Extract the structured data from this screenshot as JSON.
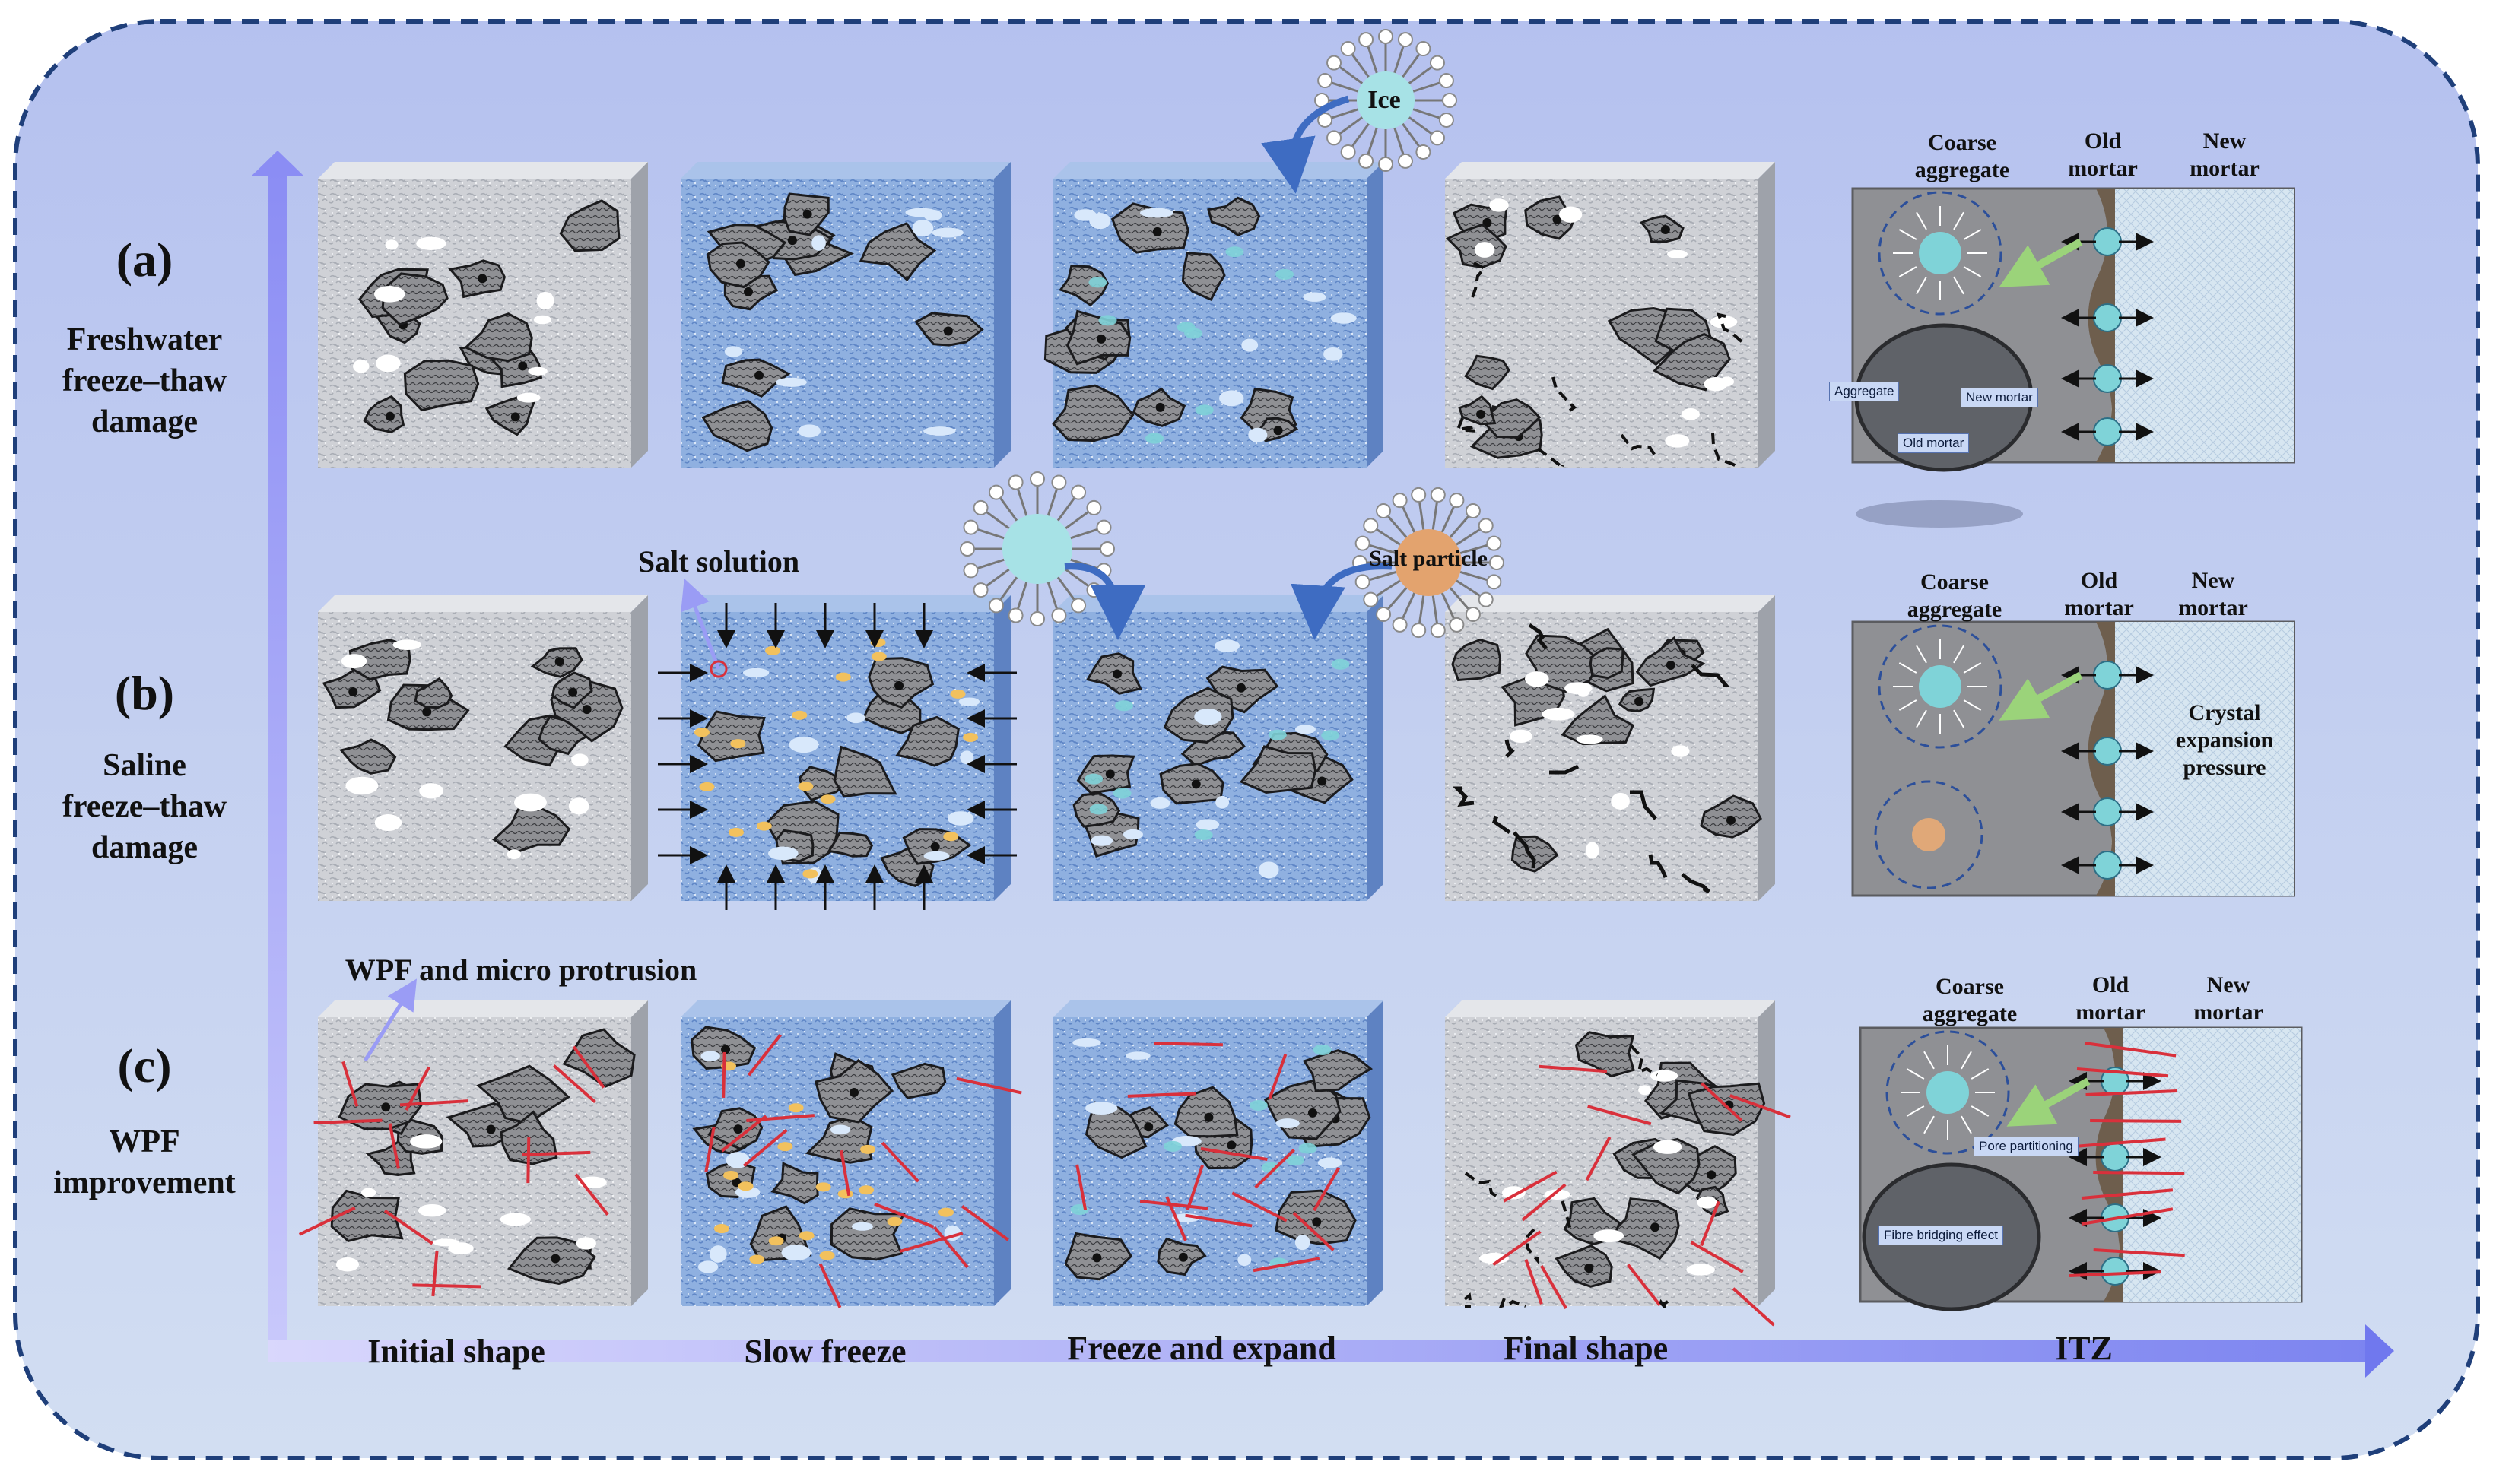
{
  "rows": [
    {
      "letter": "(a)",
      "desc": [
        "Freshwater",
        "freeze–thaw",
        "damage"
      ]
    },
    {
      "letter": "(b)",
      "desc": [
        "Saline",
        "freeze–thaw",
        "damage"
      ]
    },
    {
      "letter": "(c)",
      "desc": [
        "WPF",
        "improvement"
      ]
    }
  ],
  "columns": [
    "Initial shape",
    "Slow freeze",
    "Freeze and expand",
    "Final shape",
    "ITZ"
  ],
  "callouts": {
    "ice": "Ice",
    "salt_solution": "Salt solution",
    "salt_particle": "Salt particle",
    "wpf": "WPF and micro protrusion"
  },
  "itz": {
    "coarse": [
      "Coarse",
      "aggregate"
    ],
    "old": [
      "Old",
      "mortar"
    ],
    "new": [
      "New",
      "mortar"
    ],
    "crystal": [
      "Crystal",
      "expansion",
      "pressure"
    ],
    "sem_a": {
      "aggregate": "Aggregate",
      "new_mortar": "New mortar",
      "old_mortar": "Old mortar"
    },
    "sem_c": {
      "pore": "Pore partitioning",
      "fibre": "Fibre bridging effect"
    }
  },
  "colors": {
    "background_top": "#b7c3ef",
    "background_bottom": "#cfdcf2",
    "border": "#1f3f7a",
    "axis": "#8f8ff5",
    "ice": "#7fd3d8",
    "salt": "#f2c15d",
    "fibre": "#d9303b",
    "crack": "#111111"
  }
}
